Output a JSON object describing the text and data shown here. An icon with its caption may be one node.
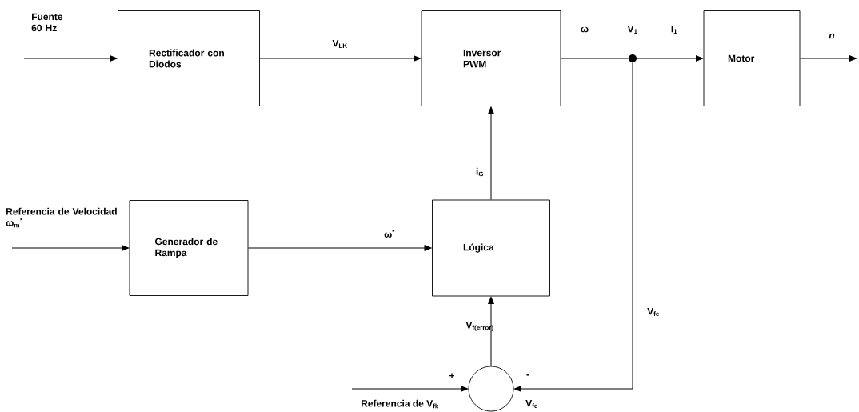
{
  "diagram": {
    "nodes": [
      {
        "text": [
          "Rectificador con Diodos"
        ]
      },
      {
        "text": [
          "Inversor PWM"
        ]
      },
      {
        "text": [],
        "shape": "circle"
      },
      {
        "text": [
          "Motor"
        ]
      },
      {
        "text": [
          "Generador de Rampa"
        ]
      },
      {
        "text": [
          "Lógica"
        ]
      },
      {
        "text": [],
        "shape": "circle"
      }
    ],
    "edges": [
      {
        "from": null,
        "to": 0,
        "arrow": "to",
        "label": "Fuente 60 Hz"
      },
      {
        "from": 0,
        "to": 1,
        "arrow": "to",
        "label": "V$_{LK}$"
      },
      {
        "from": 1,
        "to": 2,
        "arrow": "none",
        "label": "ω"
      },
      {
        "from": 2,
        "to": 3,
        "arrow": "to",
        "label": "I$_{1}$"
      },
      {
        "from": 3,
        "to": null,
        "arrow": "to",
        "label": "*n*"
      },
      {
        "from": null,
        "to": 4,
        "arrow": "to",
        "label": "Referencia de Velocidad ω$_{m}$$^{*}$"
      },
      {
        "from": 4,
        "to": 5,
        "arrow": "to",
        "label": "ω$^{*}$"
      },
      {
        "from": 5,
        "to": 1,
        "arrow": "to",
        "label": "i$_{G}$"
      },
      {
        "from": 6,
        "to": 5,
        "arrow": "to",
        "label": "V$_{f(error)}$"
      },
      {
        "from": 2,
        "to": 6,
        "arrow": "to",
        "label": "V$_{fe}$"
      },
      {
        "from": null,
        "to": 6,
        "arrow": "to",
        "label": "Referencia de V$_{fk}$"
      }
    ],
    "labels": [
      "V$_{1}$",
      "+",
      "-",
      "V$_{fe}$"
    ]
  }
}
